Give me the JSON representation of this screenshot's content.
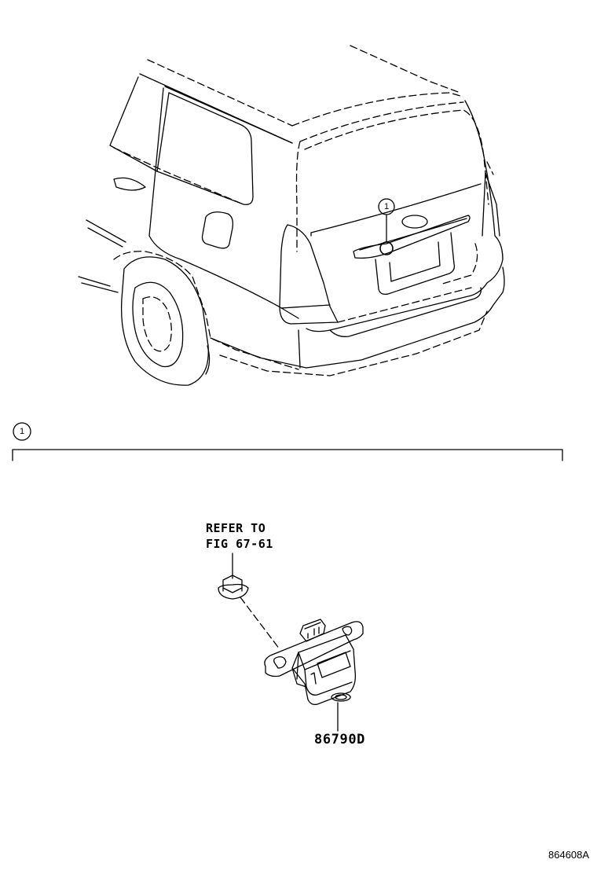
{
  "callouts": [
    {
      "id": "1",
      "label": "1"
    }
  ],
  "refer_label": {
    "line1": "REFER TO",
    "line2": "FIG 67-61"
  },
  "part_number": "86790D",
  "figure_id": "864608A",
  "icons": [
    "vehicle-rear-view",
    "back-camera-assembly",
    "clip-fastener",
    "callout-circle"
  ]
}
